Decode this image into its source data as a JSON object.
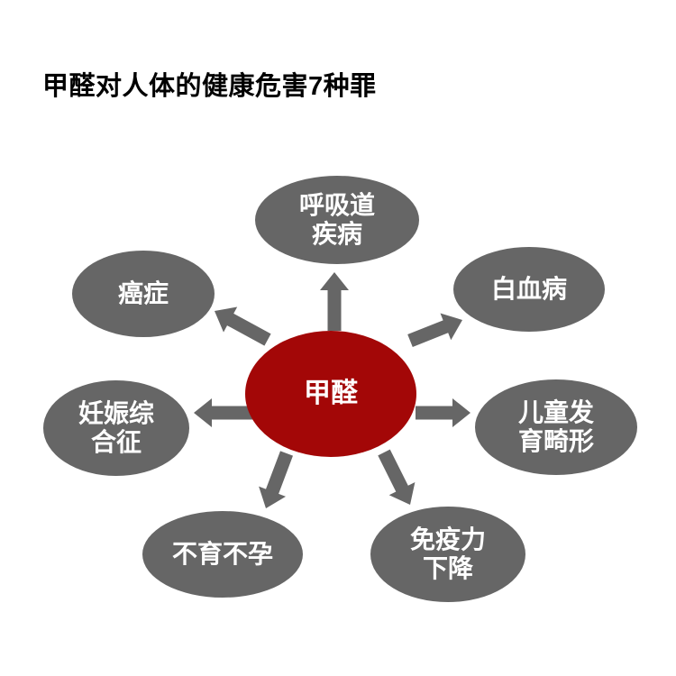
{
  "title": "甲醛对人体的健康危害7种罪",
  "center": {
    "label": "甲醛"
  },
  "nodes": [
    {
      "id": "respiratory-disease",
      "label": "呼吸道\n疾病"
    },
    {
      "id": "cancer",
      "label": "癌症"
    },
    {
      "id": "leukemia",
      "label": "白血病"
    },
    {
      "id": "pregnancy-syndrome",
      "label": "妊娠综\n合征"
    },
    {
      "id": "child-developmental-deformity",
      "label": "儿童发\n育畸形"
    },
    {
      "id": "infertility",
      "label": "不育不孕"
    },
    {
      "id": "immunity-decline",
      "label": "免疫力\n下降"
    }
  ],
  "colors": {
    "background": "#FFFFFF",
    "title_text": "#000000",
    "node_fill": "#666666",
    "center_fill": "#A30707",
    "node_text": "#FFFFFF"
  }
}
